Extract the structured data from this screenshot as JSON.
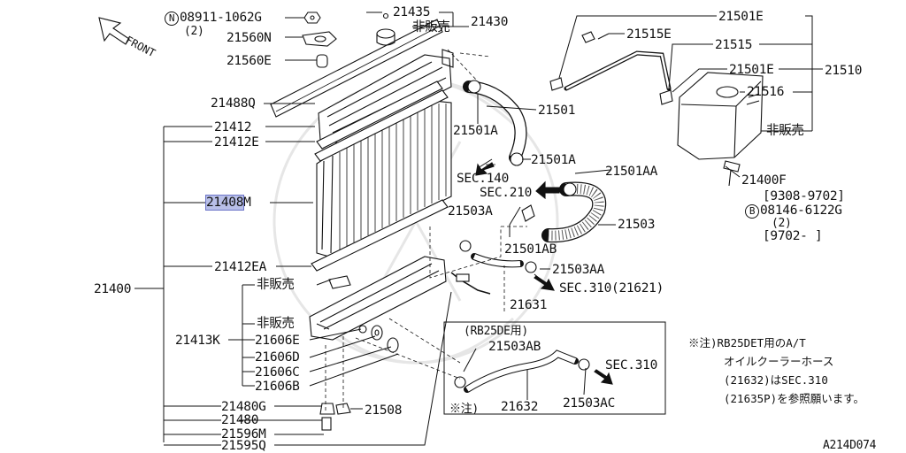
{
  "diagram": {
    "front_label": "FRONT",
    "diagram_code": "A214D074",
    "not_for_sale": "非販売",
    "sec140": "SEC.140",
    "sec210": "SEC.210",
    "sec310_21621": "SEC.310(21621)",
    "sec310": "SEC.310",
    "rb25de_box_title": "(RB25DE用)",
    "note_mark": "※注)",
    "parts": {
      "p08911": "08911-1062G",
      "p08911_qty": "(2)",
      "p21435": "21435",
      "p21430": "21430",
      "p21560N": "21560N",
      "p21560E": "21560E",
      "p21488Q": "21488Q",
      "p21412": "21412",
      "p21412E": "21412E",
      "p21408M": "21408",
      "p21408M_suffix": "M",
      "p21412EA": "21412EA",
      "p21400": "21400",
      "p21413K": "21413K",
      "p21606E": "21606E",
      "p21606D": "21606D",
      "p21606C": "21606C",
      "p21606B": "21606B",
      "p21480G": "21480G",
      "p21480": "21480",
      "p21596M": "21596M",
      "p21595Q": "21595Q",
      "p21508": "21508",
      "p21501E_a": "21501E",
      "p21515E": "21515E",
      "p21515": "21515",
      "p21501E_b": "21501E",
      "p21510": "21510",
      "p21516": "21516",
      "p21501": "21501",
      "p21501A_a": "21501A",
      "p21501A_b": "21501A",
      "p21501AA": "21501AA",
      "p21503A": "21503A",
      "p21503": "21503",
      "p21501AB": "21501AB",
      "p21503AA": "21503AA",
      "p21631": "21631",
      "p21400F": "21400F",
      "p21400F_date": "[9308-9702]",
      "p08146": "08146-6122G",
      "p08146_qty": "(2)",
      "p08146_date": "[9702- ]",
      "p21503AB": "21503AB",
      "p21632": "21632",
      "p21503AC": "21503AC"
    },
    "notes": {
      "line1": "※注)RB25DET用のA/T",
      "line2": "オイルクーラーホース",
      "line3": "(21632)はSEC.310",
      "line4": "(21635P)を参照願います。"
    }
  }
}
